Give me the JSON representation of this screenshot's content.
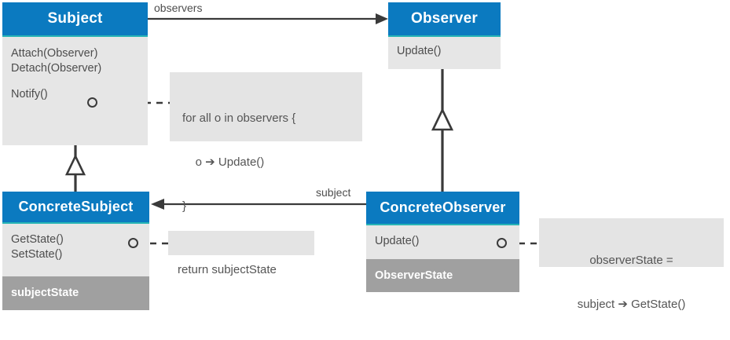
{
  "diagram": {
    "title": "Observer design pattern UML class diagram",
    "colors": {
      "header_blue": "#0b7ac0",
      "header_underline_teal": "#27b5b5",
      "body_gray": "#e6e6e6",
      "attribute_gray": "#a0a0a0",
      "note_gray": "#e4e4e4",
      "line_dark": "#3a3a3a",
      "text_gray": "#4d4d4d",
      "text_white": "#ffffff"
    }
  },
  "classes": {
    "subject": {
      "name": "Subject",
      "operations": [
        "Attach(Observer)",
        "Detach(Observer)",
        "Notify()"
      ],
      "attributes": []
    },
    "observer": {
      "name": "Observer",
      "operations": [
        "Update()"
      ],
      "attributes": []
    },
    "concrete_subject": {
      "name": "ConcreteSubject",
      "operations": [
        "GetState()",
        "SetState()"
      ],
      "attributes": [
        "subjectState"
      ]
    },
    "concrete_observer": {
      "name": "ConcreteObserver",
      "operations": [
        "Update()"
      ],
      "attributes": [
        "ObserverState"
      ]
    }
  },
  "notes": {
    "notify_body": {
      "lines": [
        "for all o in observers {",
        "    o ➔ Update()",
        "}"
      ]
    },
    "get_state_body": {
      "lines": [
        "return subjectState"
      ]
    },
    "update_body": {
      "lines": [
        "observerState =",
        "subject ➔ GetState()"
      ]
    }
  },
  "associations": {
    "observers": {
      "label": "observers",
      "from": "Subject",
      "to": "Observer"
    },
    "subject": {
      "label": "subject",
      "from": "ConcreteObserver",
      "to": "ConcreteSubject"
    }
  },
  "generalizations": [
    {
      "child": "ConcreteSubject",
      "parent": "Subject"
    },
    {
      "child": "ConcreteObserver",
      "parent": "Observer"
    }
  ]
}
